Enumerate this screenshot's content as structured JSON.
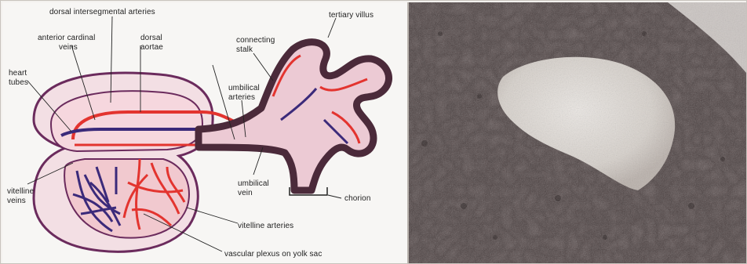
{
  "diagram": {
    "labels": {
      "dorsal_intersegmental_arteries": "dorsal intersegmental arteries",
      "tertiary_villus": "tertiary villus",
      "anterior_cardinal_veins_1": "anterior cardinal",
      "anterior_cardinal_veins_2": "veins",
      "dorsal_aortae_1": "dorsal",
      "dorsal_aortae_2": "aortae",
      "connecting_stalk_1": "connecting",
      "connecting_stalk_2": "stalk",
      "heart_tubes_1": "heart",
      "heart_tubes_2": "tubes",
      "umbilical_arteries_1": "umbilical",
      "umbilical_arteries_2": "arteries",
      "vitelline_veins_1": "vitelline",
      "vitelline_veins_2": "veins",
      "umbilical_vein_1": "umbilical",
      "umbilical_vein_2": "vein",
      "chorion": "chorion",
      "vitelline_arteries": "vitelline arteries",
      "vascular_plexus_on_yolk_sac": "vascular plexus on yolk sac"
    },
    "colors": {
      "artery": "#e3342f",
      "vein": "#3b2a7a",
      "yolk_fill": "#f1c9cf",
      "tissue_outline": "#5a2a52",
      "villus_dark": "#4b2a3a"
    }
  },
  "micrograph": {
    "colors": {
      "tissue_dark": "#3c3232",
      "tissue_mid": "#6a5a58",
      "central_pale": "#ddd8d3"
    }
  }
}
